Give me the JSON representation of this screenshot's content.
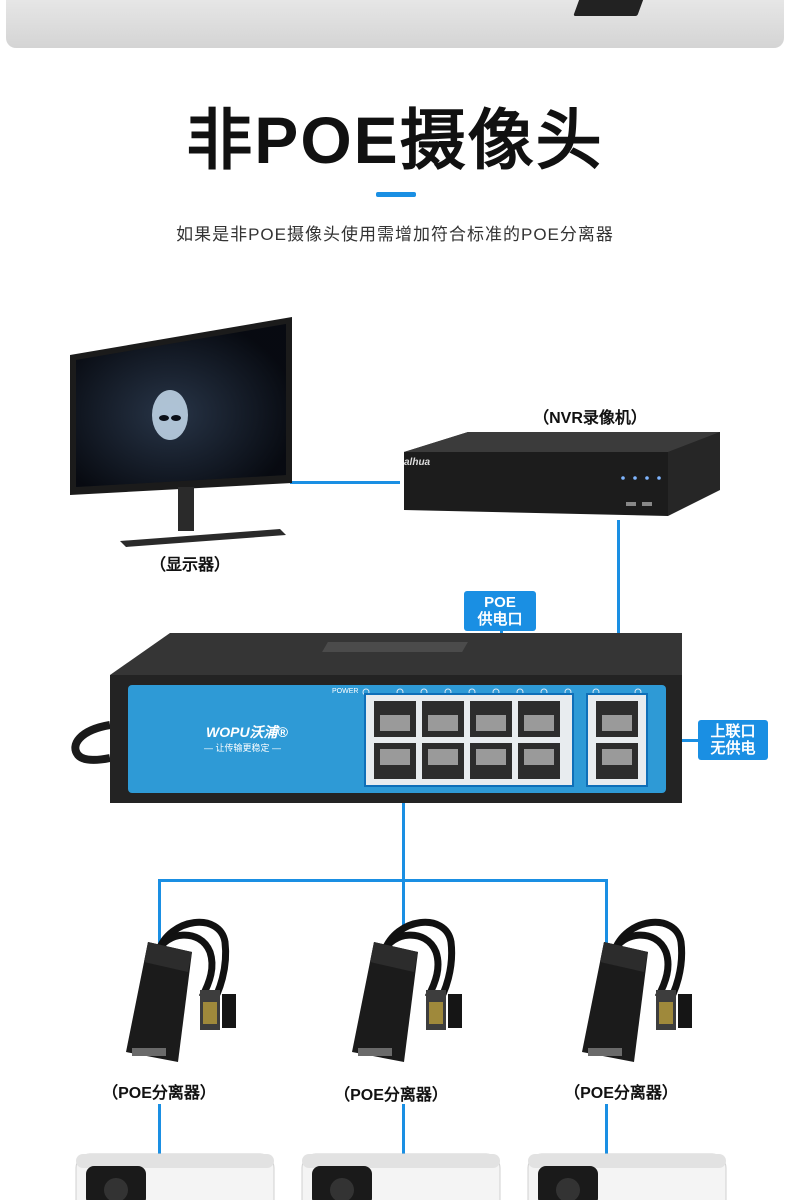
{
  "header": {
    "title": "非POE摄像头",
    "subtitle": "如果是非POE摄像头使用需增加符合标准的POE分离器"
  },
  "devices": {
    "monitor_caption": "（显示器）",
    "nvr_caption": "（NVR录像机）",
    "nvr_brand": "alhua"
  },
  "switch": {
    "brand": "WOPU沃浦®",
    "slogan": "— 让传输更稳定 —",
    "power_label": "POWER"
  },
  "labels": {
    "poe_supply": [
      "POE",
      "供电口"
    ],
    "uplink": [
      "上联口",
      "无供电"
    ]
  },
  "splitters": [
    {
      "caption": "（POE分离器）"
    },
    {
      "caption": "（POE分离器）"
    },
    {
      "caption": "（POE分离器）"
    }
  ],
  "colors": {
    "accent": "#1a8fe3",
    "switch_panel": "#2e9ad6",
    "device_dark": "#1e1e1e"
  }
}
